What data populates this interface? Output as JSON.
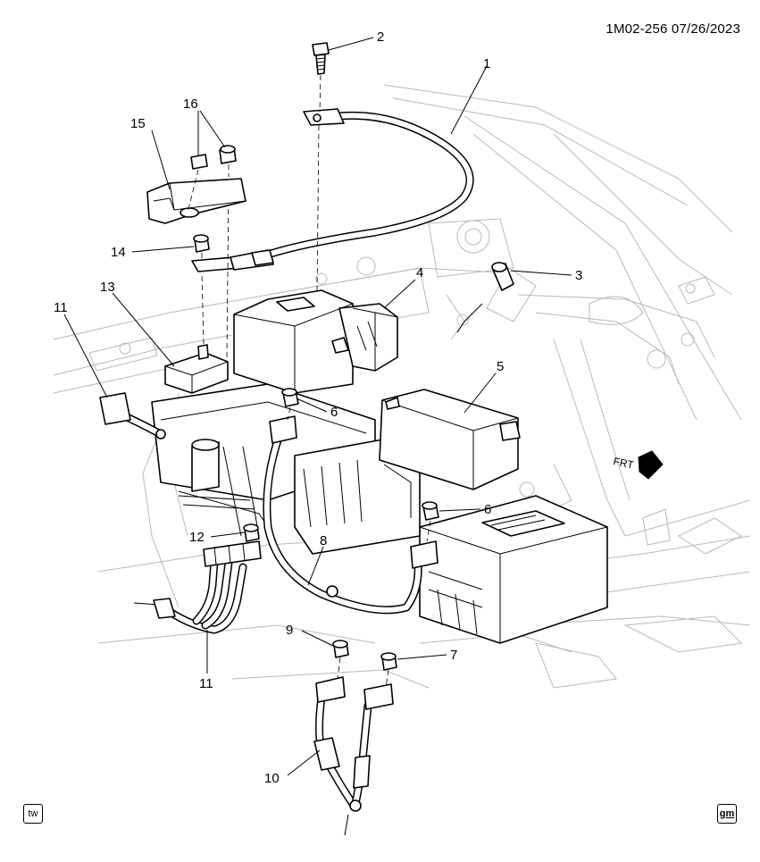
{
  "diagram": {
    "id_date": "1M02-256  07/26/2023",
    "direction_label": "FRT",
    "corner_left": "tw",
    "corner_right": "gm"
  },
  "callouts": [
    {
      "n": "1"
    },
    {
      "n": "2"
    },
    {
      "n": "3"
    },
    {
      "n": "4"
    },
    {
      "n": "5"
    },
    {
      "n": "6"
    },
    {
      "n": "6"
    },
    {
      "n": "7"
    },
    {
      "n": "8"
    },
    {
      "n": "9"
    },
    {
      "n": "10"
    },
    {
      "n": "11"
    },
    {
      "n": "11"
    },
    {
      "n": "12"
    },
    {
      "n": "13"
    },
    {
      "n": "14"
    },
    {
      "n": "15"
    },
    {
      "n": "16"
    }
  ]
}
